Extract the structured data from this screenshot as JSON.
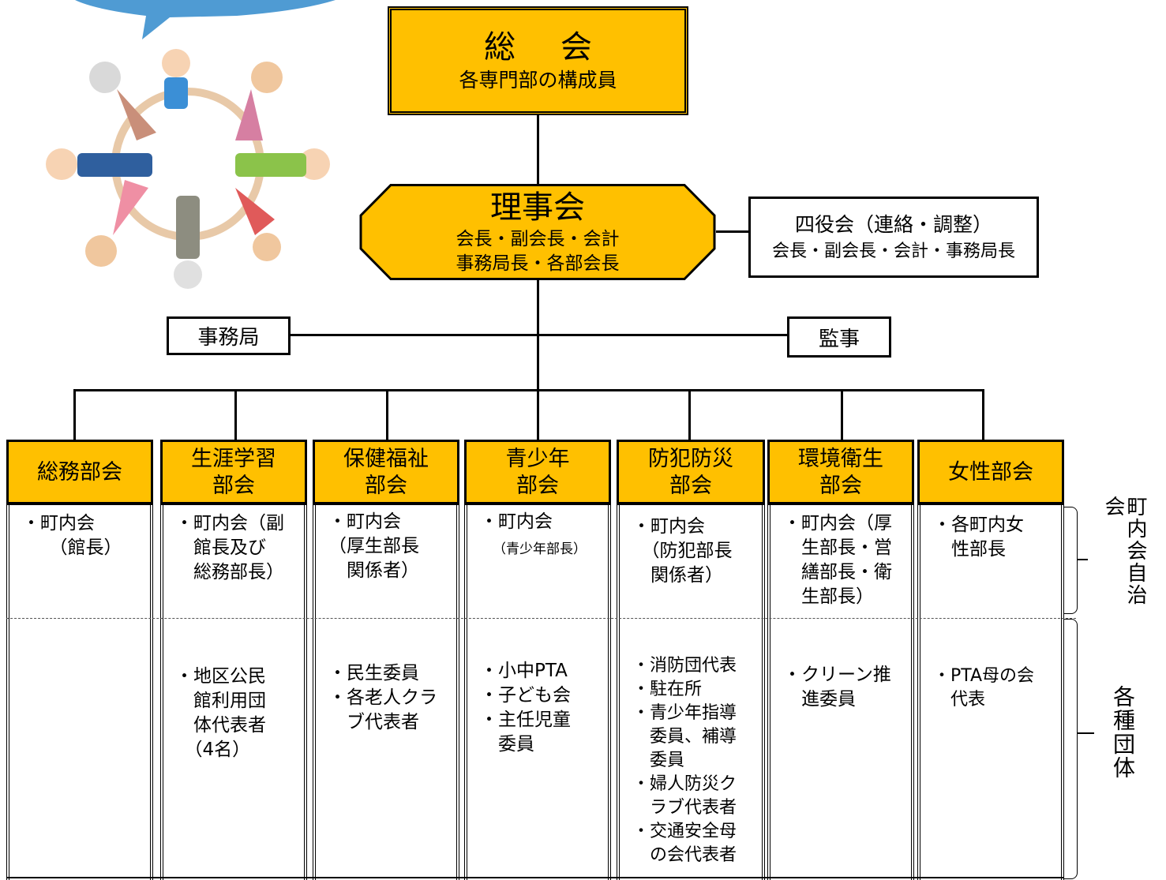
{
  "general": {
    "title": "総 会",
    "subtitle": "各専門部の構成員"
  },
  "board": {
    "title": "理事会",
    "line1": "会長・副会長・会計",
    "line2": "事務局長・各部会長"
  },
  "four_officers": {
    "title": "四役会（連絡・調整）",
    "subtitle": "会長・副会長・会計・事務局長"
  },
  "secretariat": "事務局",
  "auditor": "監事",
  "departments": [
    {
      "head": "総務部会",
      "residents": "・町内会\n　　（館長）",
      "groups": ""
    },
    {
      "head": "生涯学習\n部会",
      "residents": "・町内会（副\n　館長及び\n　総務部長）",
      "groups": "・地区公民\n　館利用団\n　体代表者\n　（4名）"
    },
    {
      "head": "保健福祉\n部会",
      "residents": "・町内会\n（厚生部長\n　関係者）",
      "groups": "・民生委員\n・各老人クラ\n　ブ代表者"
    },
    {
      "head": "青少年\n部会",
      "residents_line1": "・町内会",
      "residents_line2": "（青少年部長）",
      "groups": "・小中PTA\n・子ども会\n・主任児童\n　委員"
    },
    {
      "head": "防犯防災\n部会",
      "residents": "・町内会\n　（防犯部長\n　関係者）",
      "groups": "・消防団代表\n・駐在所\n・青少年指導\n　委員、補導\n　委員\n・婦人防災ク\n　ラブ代表者\n・交通安全母\n　の会代表者"
    },
    {
      "head": "環境衛生\n部会",
      "residents": "・町内会（厚\n　生部長・営\n　繕部長・衛\n　生部長）",
      "groups": "・クリーン推\n　進委員"
    },
    {
      "head": "女性部会",
      "residents": "・各町内女\n　性部長",
      "groups": "・PTA母の会\n　代表"
    }
  ],
  "side_labels": {
    "residents": "町内会自治会",
    "groups": "各種団体"
  },
  "colors": {
    "gold": "#ffc000",
    "bubble": "#4f9bd3"
  },
  "illustration": "people-circle-holding-hands"
}
